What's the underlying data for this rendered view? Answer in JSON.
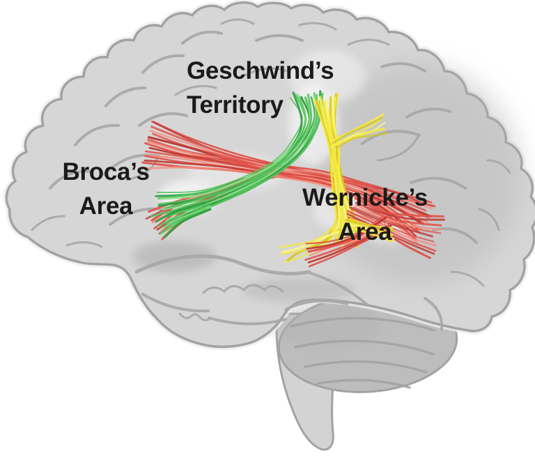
{
  "labels": {
    "geschwind": "Geschwind’s\nTerritory",
    "broca": "Broca’s\nArea",
    "wernicke": "Wernicke’s\nArea"
  },
  "colors": {
    "background": "#ffffff",
    "label_text": "#1a1a1a",
    "brain_fill": "#d6d6d6",
    "brain_outline": "#a2a2a2",
    "sulci": "#a9a9a9",
    "cerebellum_fill": "#bdbdbd",
    "cerebellum_stripe": "#a3a3a3",
    "stem_fill": "#d3d3d3",
    "highlight": "#f5f5f5",
    "tract_red": "#e0524a",
    "tract_red_dark": "#bc3a33",
    "tract_red_light": "#f58d7d",
    "tract_green": "#52c45c",
    "tract_green_dark": "#2f9e40",
    "tract_green_light": "#90e18f",
    "tract_yellow": "#f3ea3e",
    "tract_yellow_dark": "#d9c41f",
    "tract_yellow_light": "#fbf687"
  },
  "tract_legend": [
    {
      "id": "red-segment",
      "color_key": "tract_red"
    },
    {
      "id": "green-segment",
      "color_key": "tract_green"
    },
    {
      "id": "yellow-segment",
      "color_key": "tract_yellow"
    }
  ]
}
